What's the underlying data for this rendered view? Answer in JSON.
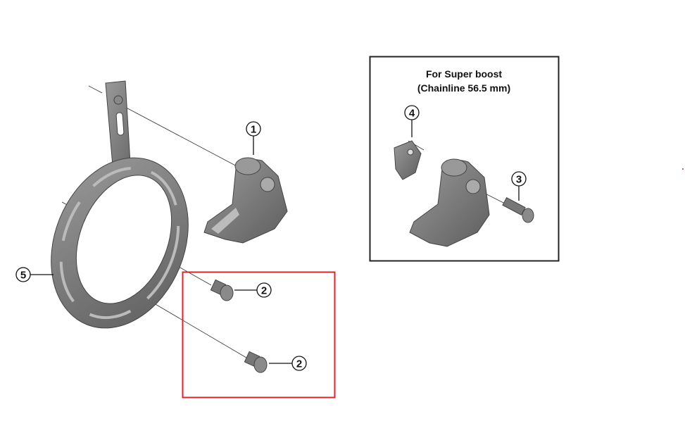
{
  "diagram": {
    "inset_box": {
      "title_line1": "For Super boost",
      "title_line2": "(Chainline 56.5 mm)"
    },
    "callouts": [
      {
        "id": "1",
        "part": "chain-guide"
      },
      {
        "id": "2",
        "part": "bolt-upper"
      },
      {
        "id": "2",
        "part": "bolt-lower"
      },
      {
        "id": "3",
        "part": "bolt-super-boost"
      },
      {
        "id": "4",
        "part": "spacer-plate"
      },
      {
        "id": "5",
        "part": "backplate-ring"
      }
    ],
    "colors": {
      "highlight": "#d9232d",
      "part_fill": "#7a7a7a",
      "part_dark": "#555555",
      "box_border": "#222222"
    }
  }
}
